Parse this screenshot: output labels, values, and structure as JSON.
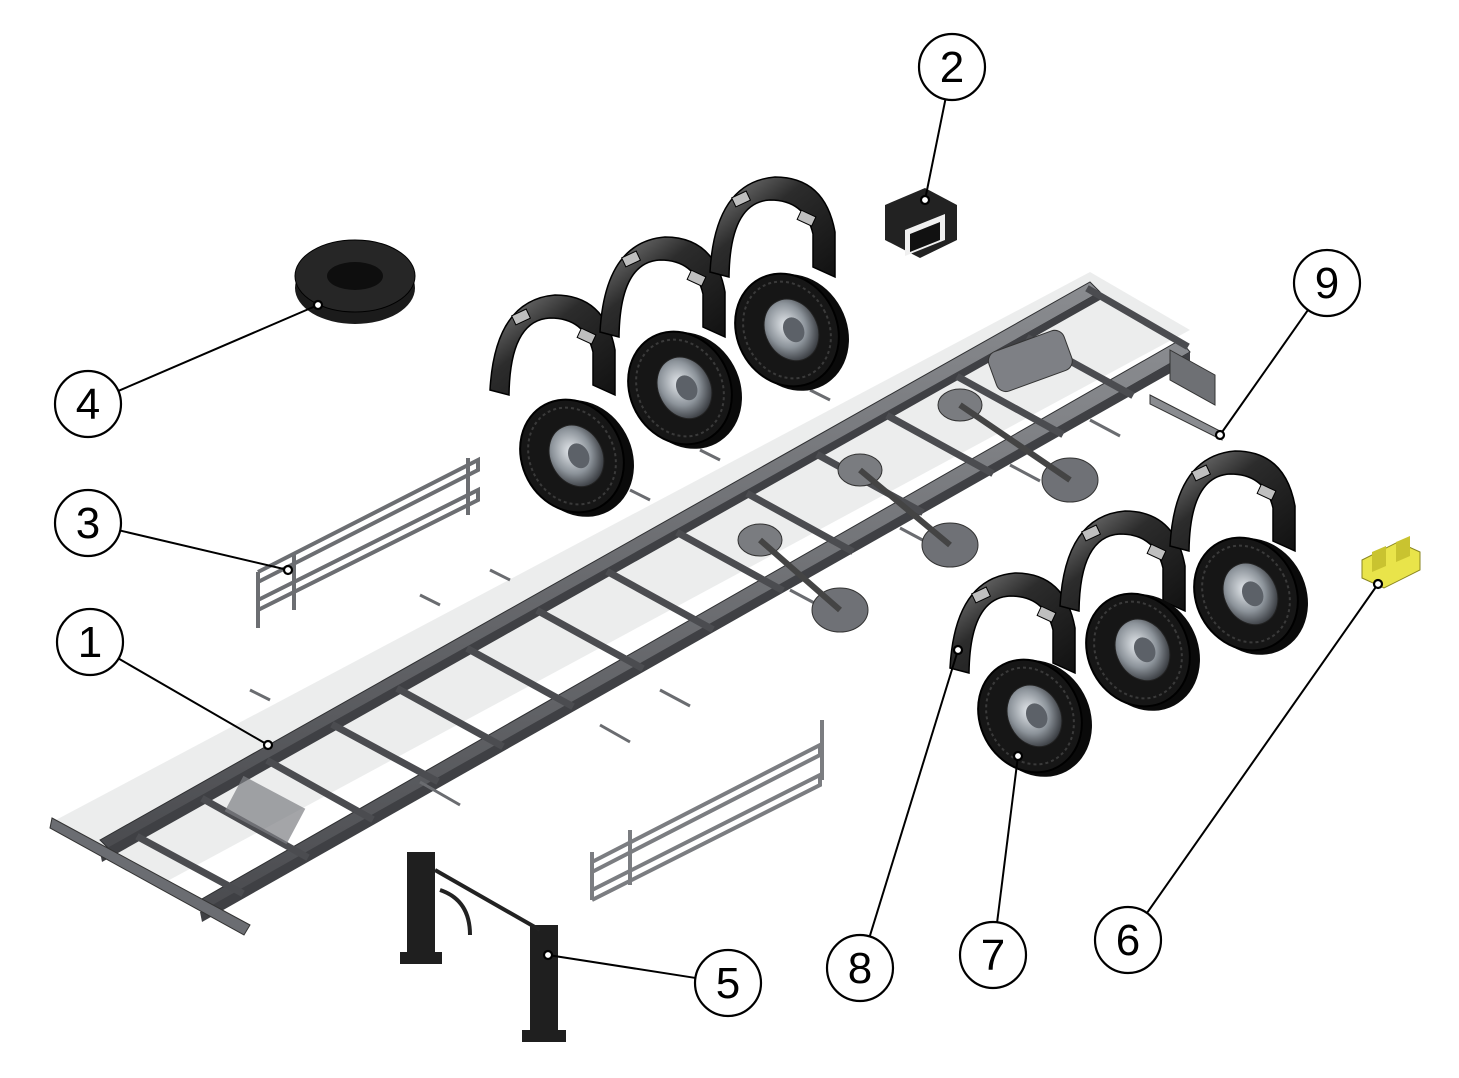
{
  "callouts": [
    {
      "number": "1",
      "part": "chassis-frame"
    },
    {
      "number": "2",
      "part": "toolbox"
    },
    {
      "number": "3",
      "part": "side-guard-left"
    },
    {
      "number": "4",
      "part": "spare-tire"
    },
    {
      "number": "5",
      "part": "landing-gear"
    },
    {
      "number": "6",
      "part": "twist-lock"
    },
    {
      "number": "7",
      "part": "wheel"
    },
    {
      "number": "8",
      "part": "mudguard"
    },
    {
      "number": "9",
      "part": "rear-bumper"
    }
  ],
  "colors": {
    "frame": "#5b5d61",
    "frame_dark": "#3c3d40",
    "tire": "#161616",
    "rim": "#9aa0a6",
    "fender": "#2b2b2b",
    "twist_lock": "#e9e44a",
    "line": "#000000"
  }
}
